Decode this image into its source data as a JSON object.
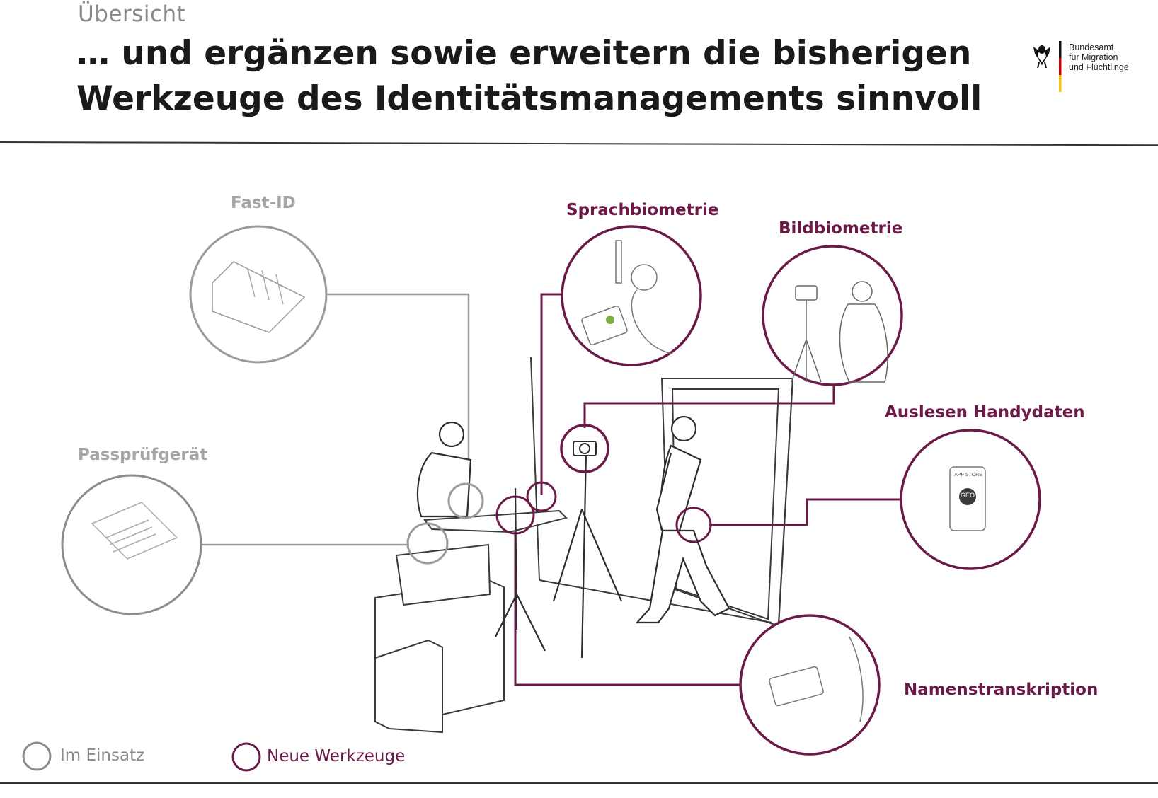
{
  "header": {
    "kicker": "Übersicht",
    "title_line1": "… und ergänzen sowie erweitern die bisherigen",
    "title_line2": "Werkzeuge des Identitätsmanagements sinnvoll"
  },
  "logo": {
    "line1": "Bundesamt",
    "line2": "für Migration",
    "line3": "und Flüchtlinge"
  },
  "tools": {
    "fast_id": "Fast-ID",
    "passpruefgeraet": "Passprüfgerät",
    "sprachbiometrie": "Sprachbiometrie",
    "bildbiometrie": "Bildbiometrie",
    "handydaten": "Auslesen Handydaten",
    "namenstranskription": "Namenstranskription"
  },
  "phone_screen": {
    "store": "APP STORE",
    "app": "GEO"
  },
  "legend": {
    "in_use": "Im Einsatz",
    "new_tools": "Neue Werkzeuge"
  },
  "colors": {
    "in_use": "#8c8c8c",
    "new_tools": "#6b1a48"
  }
}
